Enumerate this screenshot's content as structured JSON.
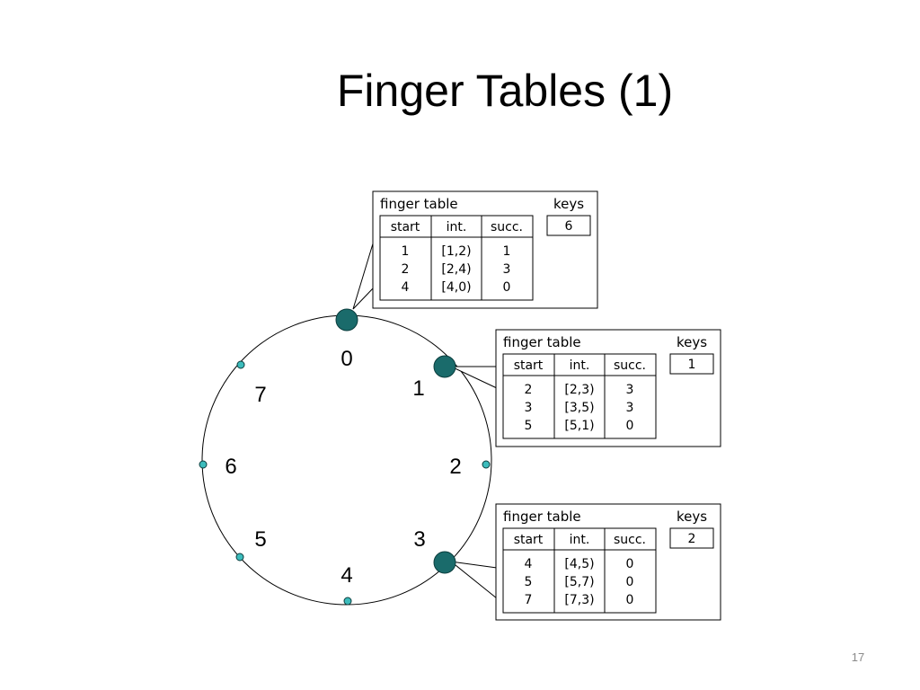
{
  "slide": {
    "title": "Finger Tables (1)",
    "page_number": "17"
  },
  "colors": {
    "active_node": "#1a6b6b",
    "empty_node": "#3cbcbc",
    "line": "#000000"
  },
  "ring": {
    "labels": [
      "0",
      "1",
      "2",
      "3",
      "4",
      "5",
      "6",
      "7"
    ],
    "active_nodes": [
      "0",
      "1",
      "3"
    ]
  },
  "tables": [
    {
      "node": "0",
      "heading": "finger table",
      "keys_heading": "keys",
      "columns": [
        "start",
        "int.",
        "succ."
      ],
      "start": [
        "1",
        "2",
        "4"
      ],
      "interval": [
        "[1,2)",
        "[2,4)",
        "[4,0)"
      ],
      "successor": [
        "1",
        "3",
        "0"
      ],
      "keys": "6"
    },
    {
      "node": "1",
      "heading": "finger table",
      "keys_heading": "keys",
      "columns": [
        "start",
        "int.",
        "succ."
      ],
      "start": [
        "2",
        "3",
        "5"
      ],
      "interval": [
        "[2,3)",
        "[3,5)",
        "[5,1)"
      ],
      "successor": [
        "3",
        "3",
        "0"
      ],
      "keys": "1"
    },
    {
      "node": "3",
      "heading": "finger table",
      "keys_heading": "keys",
      "columns": [
        "start",
        "int.",
        "succ."
      ],
      "start": [
        "4",
        "5",
        "7"
      ],
      "interval": [
        "[4,5)",
        "[5,7)",
        "[7,3)"
      ],
      "successor": [
        "0",
        "0",
        "0"
      ],
      "keys": "2"
    }
  ]
}
